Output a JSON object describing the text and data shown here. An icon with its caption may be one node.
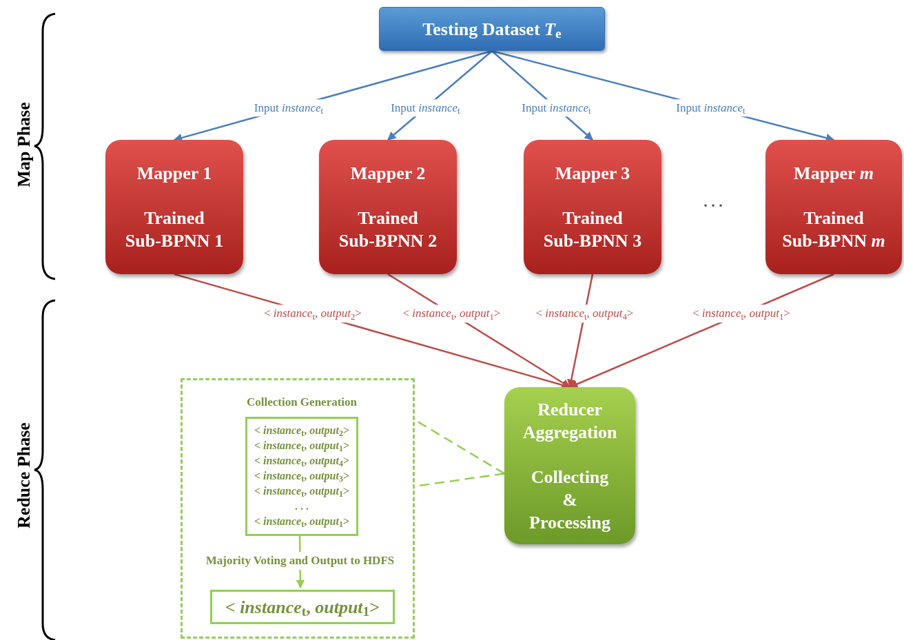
{
  "diagram": {
    "nodes": [
      {
        "text": [
          "Testing Dataset *T*$_{e}$"
        ]
      },
      {
        "text": [
          "Mapper 1",
          "Trained Sub-BPNN 1"
        ]
      },
      {
        "text": [
          "Mapper 2",
          "Trained Sub-BPNN 2"
        ]
      },
      {
        "text": [
          "Mapper 3",
          "Trained Sub-BPNN 3"
        ]
      },
      {
        "text": [
          "Mapper *m*",
          "Trained Sub-BPNN *m*"
        ]
      },
      {
        "text": [
          "Reducer Aggregation",
          "Collecting & Processing"
        ]
      },
      {
        "text": [],
        "shape": "box"
      },
      {
        "text": [
          "Collection Generation",
          "< *instance*$_{t}$, *output*$_{2}$>",
          "< *instance*$_{t}$, *output*$_{1}$>",
          "< *instance*$_{t}$, *output*$_{4}$>",
          "< *instance*$_{t}$, *output*$_{3}$>",
          "< *instance*$_{t}$, *output*$_{1}$>",
          ". . .",
          "< *instance*$_{t}$, *output*$_{1}$>"
        ],
        "in": 6
      },
      {
        "text": [
          "< *instance*$_{t}$, *output*$_{1}$>"
        ],
        "in": 6
      }
    ],
    "edges": [
      {
        "from": 0,
        "to": 1,
        "arrow": "to",
        "label": "Input *instance*$_{t}$",
        "color": "#4a7ebb"
      },
      {
        "from": 0,
        "to": 2,
        "arrow": "to",
        "label": "Input *instance*$_{t}$",
        "color": "#4a7ebb"
      },
      {
        "from": 0,
        "to": 3,
        "arrow": "to",
        "label": "Input *instance*$_{t}$",
        "color": "#4a7ebb"
      },
      {
        "from": 0,
        "to": 4,
        "arrow": "to",
        "label": "Input *instance*$_{t}$",
        "color": "#4a7ebb"
      },
      {
        "from": 1,
        "to": 5,
        "arrow": "to",
        "label": "< *instance*$_{t}$, *output*$_{2}$>",
        "color": "#be4b48"
      },
      {
        "from": 2,
        "to": 5,
        "arrow": "to",
        "label": "< *instance*$_{t}$, *output*$_{1}$>",
        "color": "#be4b48"
      },
      {
        "from": 3,
        "to": 5,
        "arrow": "to",
        "label": "< *instance*$_{t}$, *output*$_{4}$>",
        "color": "#be4b48"
      },
      {
        "from": 4,
        "to": 5,
        "arrow": "to",
        "label": "< *instance*$_{t}$, *output*$_{1}$>",
        "color": "#be4b48"
      },
      {
        "from": 5,
        "to": 6,
        "arrow": "none",
        "style": "dashed",
        "color": "#92d050"
      },
      {
        "from": 5,
        "to": 6,
        "arrow": "none",
        "style": "dashed",
        "color": "#92d050"
      },
      {
        "from": 7,
        "to": 8,
        "arrow": "to",
        "label": "Majority Voting and Output to HDFS",
        "color": "#92d050"
      }
    ],
    "labels": [
      "Map Phase",
      "Reduce Phase",
      ". . ."
    ]
  }
}
